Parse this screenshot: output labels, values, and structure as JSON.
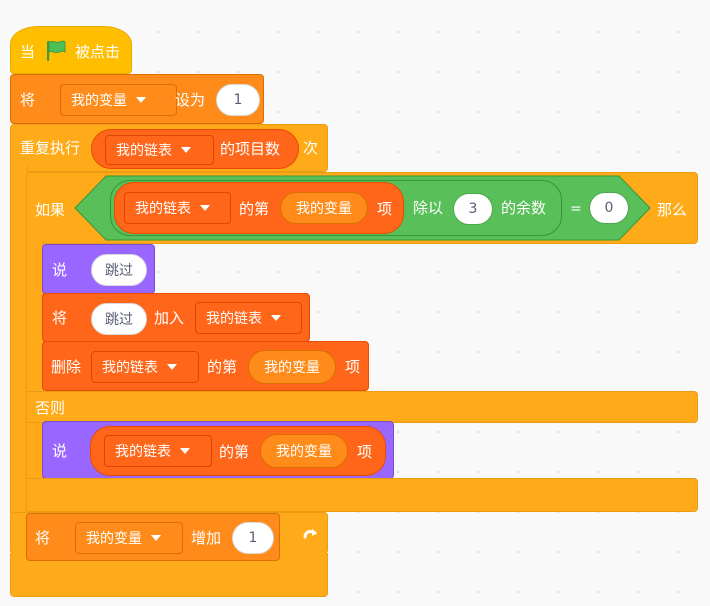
{
  "colors": {
    "events": "#ffbf00",
    "variables": "#ff8c1a",
    "control": "#ffab19",
    "looks": "#9966ff",
    "lists": "#ff661a",
    "operators": "#59c059",
    "flag": "#4cbf56"
  },
  "hat": {
    "prefix": "当",
    "flag_icon": "green-flag-icon",
    "suffix": "被点击"
  },
  "set_block": {
    "verb": "将",
    "variable": "我的变量",
    "to_label": "设为",
    "value": "1"
  },
  "repeat_block": {
    "label": "重复执行",
    "list": "我的链表",
    "length_label": "的项目数",
    "times_label": "次",
    "loop_icon": "loop-arrow-icon"
  },
  "if_block": {
    "if_label": "如果",
    "list": "我的链表",
    "item_of_label": "的第",
    "index_var": "我的变量",
    "item_label": "项",
    "divide_label": "除以",
    "divisor": "3",
    "remainder_label": "的余数",
    "equals": "=",
    "compare_value": "0",
    "then_label": "那么",
    "else_label": "否则"
  },
  "say_skip": {
    "verb": "说",
    "text": "跳过"
  },
  "add_block": {
    "verb": "将",
    "item": "跳过",
    "add_label": "加入",
    "list": "我的链表"
  },
  "delete_block": {
    "verb": "删除",
    "list": "我的链表",
    "item_of_label": "的第",
    "index_var": "我的变量",
    "item_label": "项"
  },
  "say_item": {
    "verb": "说",
    "list": "我的链表",
    "item_of_label": "的第",
    "index_var": "我的变量",
    "item_label": "项"
  },
  "change_block": {
    "verb": "将",
    "variable": "我的变量",
    "by_label": "增加",
    "value": "1"
  }
}
